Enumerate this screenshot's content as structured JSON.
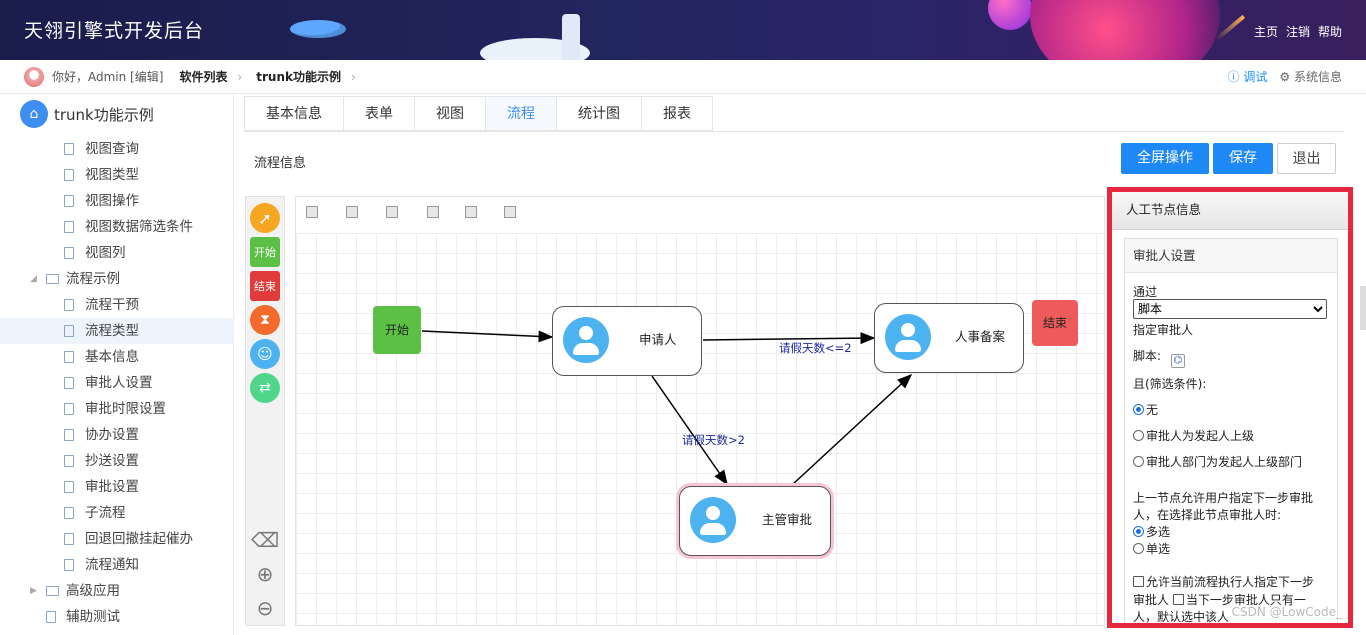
{
  "header": {
    "title": "天翎引擎式开发后台",
    "links": [
      "主页",
      "注销",
      "帮助"
    ]
  },
  "breadcrumb": {
    "greeting": "你好，Admin [编辑]",
    "items": [
      "软件列表",
      "trunk功能示例"
    ],
    "debug": "ⓘ 调试",
    "system": "⚙ 系统信息"
  },
  "sidebar": {
    "root": "trunk功能示例",
    "items": [
      {
        "label": "视图查询",
        "type": "doc"
      },
      {
        "label": "视图类型",
        "type": "doc"
      },
      {
        "label": "视图操作",
        "type": "doc"
      },
      {
        "label": "视图数据筛选条件",
        "type": "doc"
      },
      {
        "label": "视图列",
        "type": "doc"
      },
      {
        "label": "流程示例",
        "type": "folder",
        "expanded": true
      },
      {
        "label": "流程干预",
        "type": "doc"
      },
      {
        "label": "流程类型",
        "type": "doc",
        "active": true
      },
      {
        "label": "基本信息",
        "type": "doc"
      },
      {
        "label": "审批人设置",
        "type": "doc"
      },
      {
        "label": "审批时限设置",
        "type": "doc"
      },
      {
        "label": "协办设置",
        "type": "doc"
      },
      {
        "label": "抄送设置",
        "type": "doc"
      },
      {
        "label": "审批设置",
        "type": "doc"
      },
      {
        "label": "子流程",
        "type": "doc"
      },
      {
        "label": "回退回撤挂起催办",
        "type": "doc"
      },
      {
        "label": "流程通知",
        "type": "doc"
      },
      {
        "label": "高级应用",
        "type": "folder",
        "expanded": false
      },
      {
        "label": "辅助测试",
        "type": "doc"
      }
    ]
  },
  "tabs": [
    {
      "label": "基本信息"
    },
    {
      "label": "表单"
    },
    {
      "label": "视图"
    },
    {
      "label": "流程",
      "active": true
    },
    {
      "label": "统计图"
    },
    {
      "label": "报表"
    }
  ],
  "section_title": "流程信息",
  "buttons": {
    "fullscreen": "全屏操作",
    "save": "保存",
    "exit": "退出"
  },
  "palette": {
    "start": "开始",
    "end": "结束"
  },
  "diagram": {
    "start": "开始",
    "end": "结束",
    "nodes": {
      "applicant": "申请人",
      "hr": "人事备案",
      "manager": "主管审批"
    },
    "edges": {
      "le2": "请假天数<=2",
      "gt2": "请假天数>2"
    }
  },
  "panel": {
    "title": "人工节点信息",
    "section": "审批人设置",
    "pass_label": "通过",
    "select_value": "脚本",
    "assign_label": "指定审批人",
    "script_label": "脚本:",
    "filter_label": "且(筛选条件):",
    "filter_options": [
      "无",
      "审批人为发起人上级",
      "审批人部门为发起人上级部门"
    ],
    "next_text_1": "上一节点允许用户指定下一步审批",
    "next_text_2": "人，在选择此节点审批人时:",
    "multi": "多选",
    "single": "单选",
    "allow_text_1": "允许当前流程执行人指定下一步",
    "allow_text_2a": "审批人",
    "allow_text_2b": "当下一步审批人只有一",
    "allow_text_3": "人，默认选中该人"
  },
  "watermark": "CSDN @LowCode_",
  "colors": {
    "accent": "#1e88f5",
    "highlight_border": "#e5273f",
    "start": "#5cc046",
    "end": "#ee5b5b",
    "edge_label": "#1a2b9e"
  }
}
